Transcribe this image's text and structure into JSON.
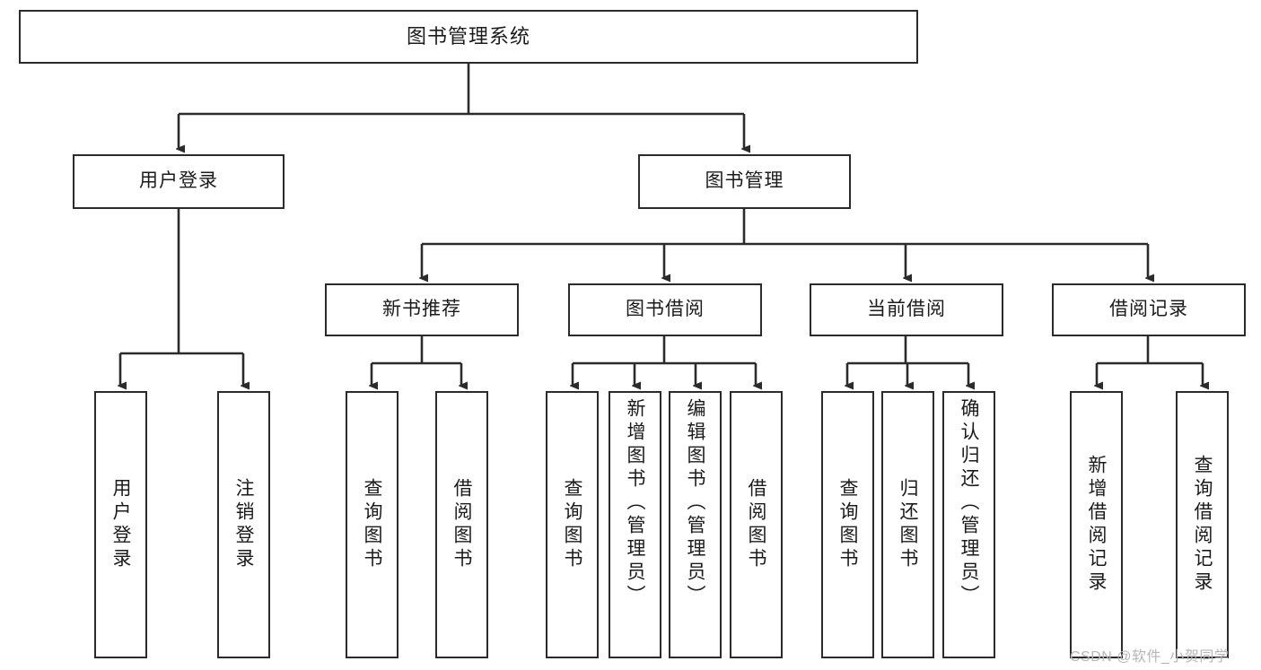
{
  "diagram": {
    "title": "图书管理系统",
    "type": "tree-hierarchy-chart",
    "root": {
      "label": "图书管理系统",
      "children": [
        {
          "label": "用户登录",
          "children": [
            {
              "label": "用户登录"
            },
            {
              "label": "注销登录"
            }
          ]
        },
        {
          "label": "图书管理",
          "children": [
            {
              "label": "新书推荐",
              "children": [
                {
                  "label": "查询图书"
                },
                {
                  "label": "借阅图书"
                }
              ]
            },
            {
              "label": "图书借阅",
              "children": [
                {
                  "label": "查询图书"
                },
                {
                  "label": "新增图书（管理员）"
                },
                {
                  "label": "编辑图书（管理员）"
                },
                {
                  "label": "借阅图书"
                }
              ]
            },
            {
              "label": "当前借阅",
              "children": [
                {
                  "label": "查询图书"
                },
                {
                  "label": "归还图书"
                },
                {
                  "label": "确认归还（管理员）"
                }
              ]
            },
            {
              "label": "借阅记录",
              "children": [
                {
                  "label": "新增借阅记录"
                },
                {
                  "label": "查询借阅记录"
                }
              ]
            }
          ]
        }
      ]
    }
  },
  "nodes": {
    "root": "图书管理系统",
    "user_login": "用户登录",
    "book_manage": "图书管理",
    "user_login_leaf": "用户登录",
    "logout_leaf": "注销登录",
    "new_book_rec": "新书推荐",
    "book_borrow": "图书借阅",
    "current_borrow": "当前借阅",
    "borrow_record": "借阅记录",
    "rec_query_book": "查询图书",
    "rec_borrow_book": "借阅图书",
    "borrow_query_book": "查询图书",
    "borrow_add_book": "新增图书（管理员）",
    "borrow_edit_book": "编辑图书（管理员）",
    "borrow_borrow_book": "借阅图书",
    "cur_query_book": "查询图书",
    "cur_return_book": "归还图书",
    "cur_confirm_return": "确认归还（管理员）",
    "record_add": "新增借阅记录",
    "record_query": "查询借阅记录"
  },
  "watermark": {
    "text": "CSDN @软件_小贺同学"
  },
  "colors": {
    "background": "#ffffff",
    "stroke": "#2b2b2b",
    "text": "#1b1b1b",
    "watermark": "#b6b6b6"
  }
}
